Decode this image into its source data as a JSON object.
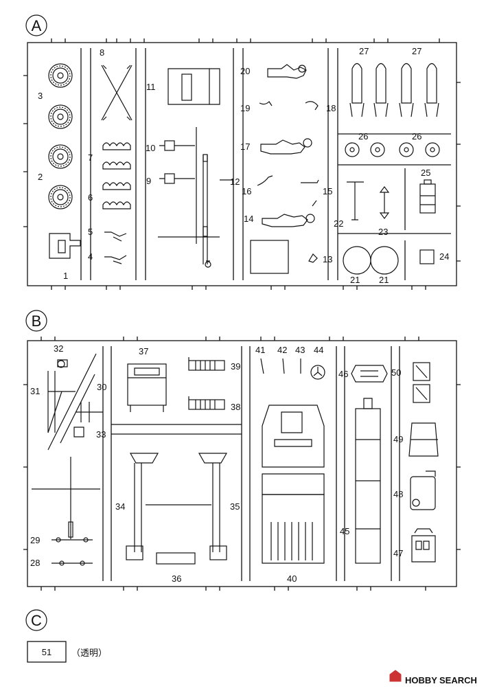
{
  "sheets": [
    {
      "letter": "A",
      "parts": [
        {
          "num": "1"
        },
        {
          "num": "2"
        },
        {
          "num": "3"
        },
        {
          "num": "4"
        },
        {
          "num": "5"
        },
        {
          "num": "6"
        },
        {
          "num": "7"
        },
        {
          "num": "8"
        },
        {
          "num": "9"
        },
        {
          "num": "10"
        },
        {
          "num": "11"
        },
        {
          "num": "12"
        },
        {
          "num": "13"
        },
        {
          "num": "14"
        },
        {
          "num": "15"
        },
        {
          "num": "16"
        },
        {
          "num": "17"
        },
        {
          "num": "18"
        },
        {
          "num": "19"
        },
        {
          "num": "20"
        },
        {
          "num": "21"
        },
        {
          "num": "21"
        },
        {
          "num": "22"
        },
        {
          "num": "23"
        },
        {
          "num": "24"
        },
        {
          "num": "25"
        },
        {
          "num": "26"
        },
        {
          "num": "26"
        },
        {
          "num": "27"
        },
        {
          "num": "27"
        }
      ]
    },
    {
      "letter": "B",
      "parts": [
        {
          "num": "28"
        },
        {
          "num": "29"
        },
        {
          "num": "30"
        },
        {
          "num": "31"
        },
        {
          "num": "32"
        },
        {
          "num": "33"
        },
        {
          "num": "34"
        },
        {
          "num": "35"
        },
        {
          "num": "36"
        },
        {
          "num": "37"
        },
        {
          "num": "38"
        },
        {
          "num": "39"
        },
        {
          "num": "40"
        },
        {
          "num": "41"
        },
        {
          "num": "42"
        },
        {
          "num": "43"
        },
        {
          "num": "44"
        },
        {
          "num": "45"
        },
        {
          "num": "46"
        },
        {
          "num": "47"
        },
        {
          "num": "48"
        },
        {
          "num": "49"
        },
        {
          "num": "50"
        }
      ]
    },
    {
      "letter": "C",
      "parts": [
        {
          "num": "51",
          "note": "（透明）"
        }
      ]
    }
  ],
  "watermark": {
    "brand": "HOBBY",
    "suffix": "SEARCH"
  }
}
